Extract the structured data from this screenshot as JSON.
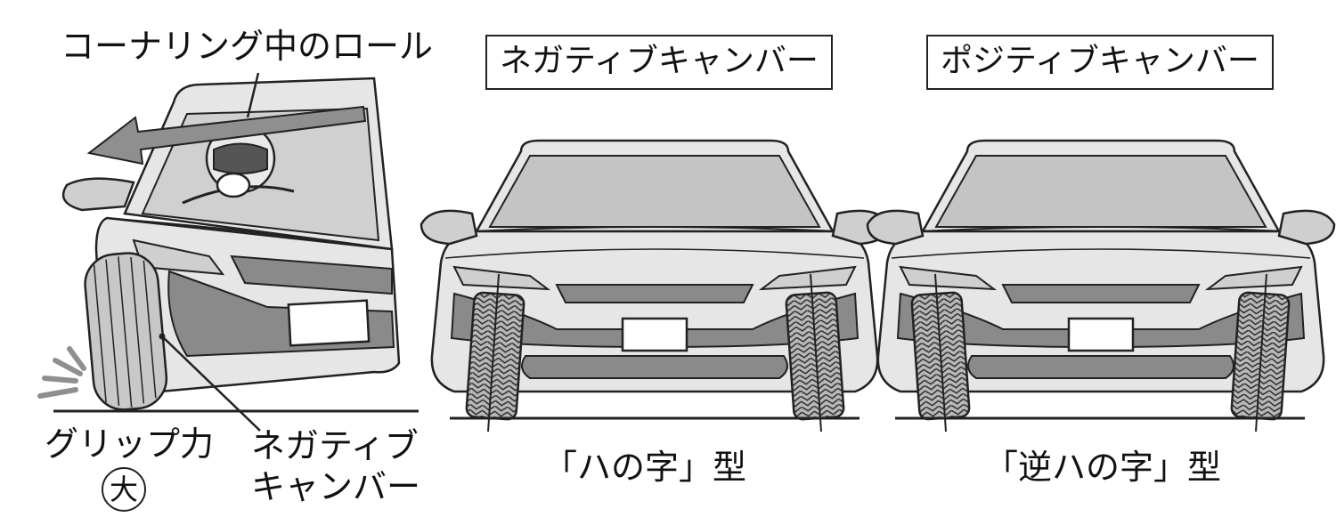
{
  "labels": {
    "roll": "コーナリング中のロール",
    "negative_title": "ネガティブキャンバー",
    "positive_title": "ポジティブキャンバー",
    "grip_force": "グリップ力",
    "grip_big": "大",
    "neg_callout_line1": "ネガティブ",
    "neg_callout_line2": "キャンバー",
    "neg_shape": "「ハの字」型",
    "pos_shape": "「逆ハの字」型"
  },
  "colors": {
    "outline": "#222222",
    "body": "#e6e6e6",
    "glass": "#c4c4c4",
    "dark_panel": "#8a8a8a",
    "tire": "#b5b5b5",
    "arrow": "#8f8f8f"
  }
}
